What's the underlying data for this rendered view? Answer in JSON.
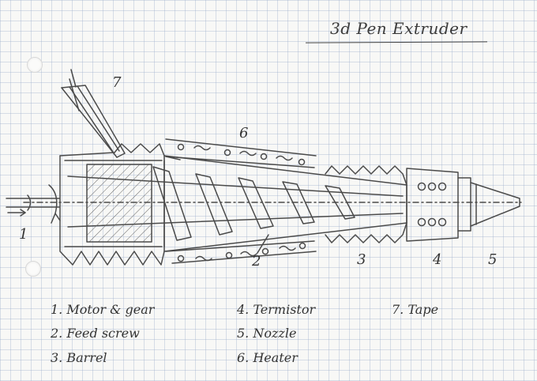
{
  "title": "3d Pen Extruder",
  "part_labels": {
    "p1": "1",
    "p2": "2",
    "p3": "3",
    "p4": "4",
    "p5": "5",
    "p6": "6",
    "p7": "7"
  },
  "legend": [
    "1. Motor & gear",
    "2. Feed screw",
    "3. Barrel",
    "4. Termistor",
    "5. Nozzle",
    "6. Heater",
    "7. Tape"
  ]
}
